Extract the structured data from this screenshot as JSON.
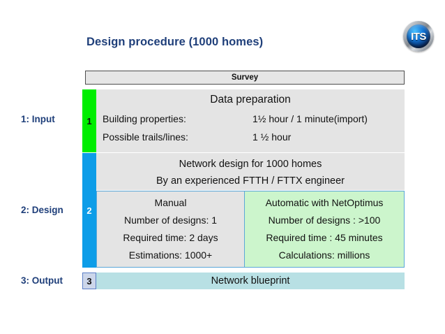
{
  "slide": {
    "title": "Design procedure (1000 homes)"
  },
  "logo": {
    "name": "its-logo",
    "text": "ITS"
  },
  "stages": {
    "input_label": "1: Input",
    "design_label": "2: Design",
    "output_label": "3: Output"
  },
  "markers": {
    "input": "1",
    "design": "2",
    "output": "3"
  },
  "survey": {
    "label": "Survey"
  },
  "input": {
    "heading": "Data preparation",
    "rows": [
      {
        "key": "Building properties:",
        "value": "1½ hour / 1 minute(import)"
      },
      {
        "key": "Possible trails/lines:",
        "value": "1 ½ hour"
      }
    ]
  },
  "design": {
    "header_lines": [
      "Network design for 1000 homes",
      "By an experienced FTTH / FTTX engineer"
    ],
    "columns": [
      {
        "title": "Manual",
        "lines": [
          "Number of designs: 1",
          "Required time: 2 days",
          "Estimations: 1000+"
        ]
      },
      {
        "title": "Automatic with NetOptimus",
        "lines": [
          "Number of designs : >100",
          "Required time : 45 minutes",
          "Calculations: millions"
        ]
      }
    ]
  },
  "output": {
    "label": "Network blueprint"
  },
  "colors": {
    "title_text": "#1f3f7a",
    "marker_input_bg": "#00ee00",
    "marker_design_bg": "#0d9de8",
    "marker_output_bg": "#ccd6ea",
    "panel_gray": "#e4e4e4",
    "panel_green": "#ccf5cc",
    "panel_blue": "#b8e0e4",
    "survey_bg": "#e6e6e6",
    "survey_border": "#4d4d4d"
  }
}
